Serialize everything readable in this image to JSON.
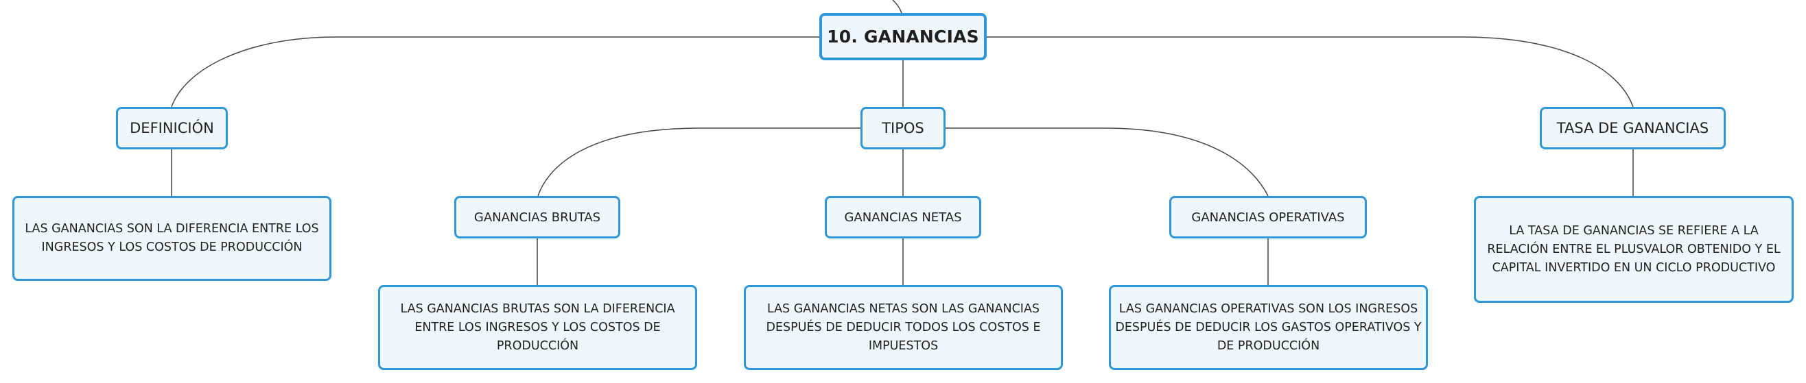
{
  "root": {
    "label": "10. GANANCIAS"
  },
  "branches": {
    "definicion": {
      "label": "DEFINICIÓN",
      "description": "LAS GANANCIAS SON LA DIFERENCIA ENTRE LOS INGRESOS Y LOS COSTOS DE PRODUCCIÓN"
    },
    "tipos": {
      "label": "TIPOS",
      "children": [
        {
          "label": "GANANCIAS BRUTAS",
          "description": "LAS GANANCIAS BRUTAS SON LA DIFERENCIA ENTRE LOS INGRESOS Y LOS COSTOS DE PRODUCCIÓN"
        },
        {
          "label": "GANANCIAS NETAS",
          "description": "LAS GANANCIAS NETAS SON LAS GANANCIAS DESPUÉS DE DEDUCIR TODOS LOS COSTOS E IMPUESTOS"
        },
        {
          "label": "GANANCIAS OPERATIVAS",
          "description": "LAS GANANCIAS OPERATIVAS SON LOS INGRESOS DESPUÉS DE DEDUCIR LOS GASTOS OPERATIVOS Y DE PRODUCCIÓN"
        }
      ]
    },
    "tasa": {
      "label": "TASA DE GANANCIAS",
      "description": "LA TASA DE GANANCIAS SE REFIERE A LA RELACIÓN ENTRE EL PLUSVALOR OBTENIDO Y EL CAPITAL INVERTIDO EN UN CICLO PRODUCTIVO"
    }
  },
  "colors": {
    "node_border": "#2d97d8",
    "node_fill": "#eff7fc",
    "connector": "#444444",
    "text": "#1f1f1f"
  }
}
